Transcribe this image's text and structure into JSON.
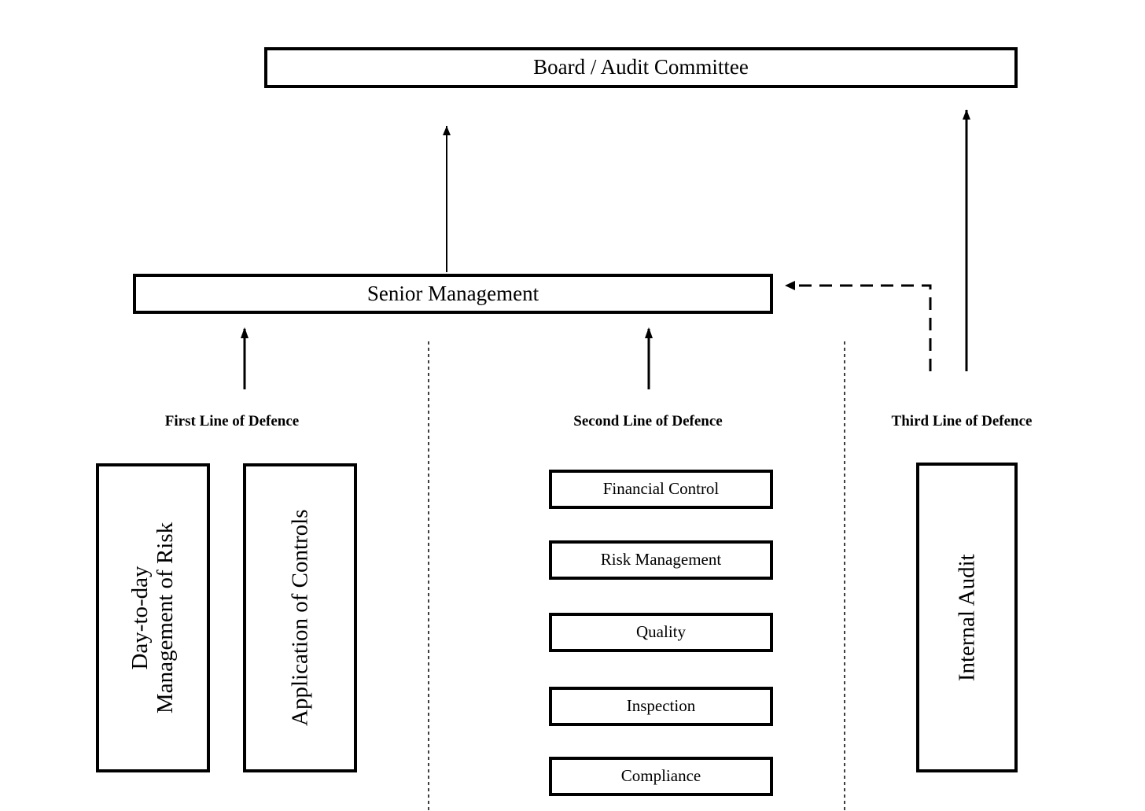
{
  "governance": {
    "board": "Board / Audit Committee",
    "senior_management": "Senior Management"
  },
  "lines": {
    "first": {
      "title": "First Line of Defence",
      "items": [
        "Day-to-day",
        "Management of Risk",
        "Application of Controls"
      ]
    },
    "second": {
      "title": "Second Line of Defence",
      "items": [
        "Financial Control",
        "Risk Management",
        "Quality",
        "Inspection",
        "Compliance"
      ]
    },
    "third": {
      "title": "Third Line of Defence",
      "items": [
        "Internal Audit"
      ]
    }
  }
}
